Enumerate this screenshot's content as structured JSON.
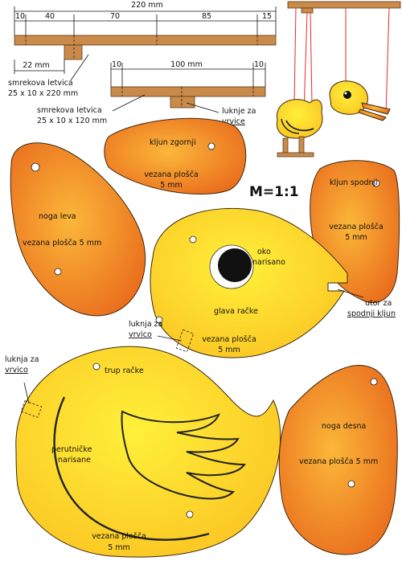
{
  "dimensions": {
    "total": "220 mm",
    "top_segments": [
      "10",
      "40",
      "70",
      "85",
      "15"
    ],
    "small_block": "22 mm",
    "second_segments": [
      "10",
      "100 mm",
      "10"
    ]
  },
  "labels": {
    "stick_long": [
      "smrekova letvica",
      "25 x 10 x 220 mm"
    ],
    "stick_short": [
      "smrekova letvica",
      "25 x 10 x 120 mm"
    ],
    "hole_strings": [
      "luknje za",
      "vrvice"
    ],
    "scale": "M=1:1",
    "beak_upper": {
      "name": "kljun zgornji",
      "material": [
        "vezana plošča",
        "5 mm"
      ]
    },
    "beak_lower": {
      "name": "kljun spodnji",
      "material": [
        "vezana plošča",
        "5 mm"
      ]
    },
    "leg_left": {
      "name": "noga leva",
      "material": "vezana plošča 5 mm"
    },
    "leg_right": {
      "name": "noga desna",
      "material": "vezana plošča 5 mm"
    },
    "head": {
      "name": "glava račke",
      "eye": [
        "oko",
        "narisano"
      ],
      "material": [
        "vezana plošča",
        "5 mm"
      ]
    },
    "head_hole": [
      "luknja za",
      "vrvico"
    ],
    "slot": [
      "utor za",
      "spodnji kljun"
    ],
    "body": {
      "name": "trup račke",
      "wing": [
        "perutničke",
        "narisane"
      ],
      "material": [
        "vezana plošča",
        "5 mm"
      ]
    },
    "body_hole": [
      "luknja za",
      "vrvico"
    ]
  },
  "colors": {
    "orange_light": "#fbb73a",
    "orange_dark": "#e8661a",
    "yellow_light": "#fff03a",
    "yellow_dark": "#fbc020",
    "wood": "#c98a4a"
  }
}
